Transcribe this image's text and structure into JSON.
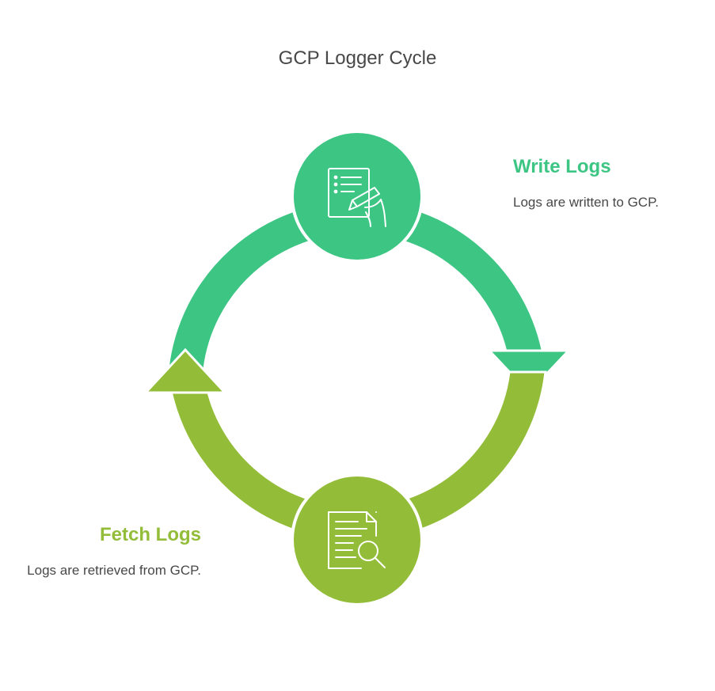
{
  "title": "GCP Logger Cycle",
  "colors": {
    "write": "#3cc583",
    "fetch": "#93bd38",
    "text": "#484848"
  },
  "steps": [
    {
      "title": "Write Logs",
      "description": "Logs are written to GCP.",
      "icon": "document-pen-icon"
    },
    {
      "title": "Fetch Logs",
      "description": "Logs are retrieved from GCP.",
      "icon": "document-search-icon"
    }
  ]
}
